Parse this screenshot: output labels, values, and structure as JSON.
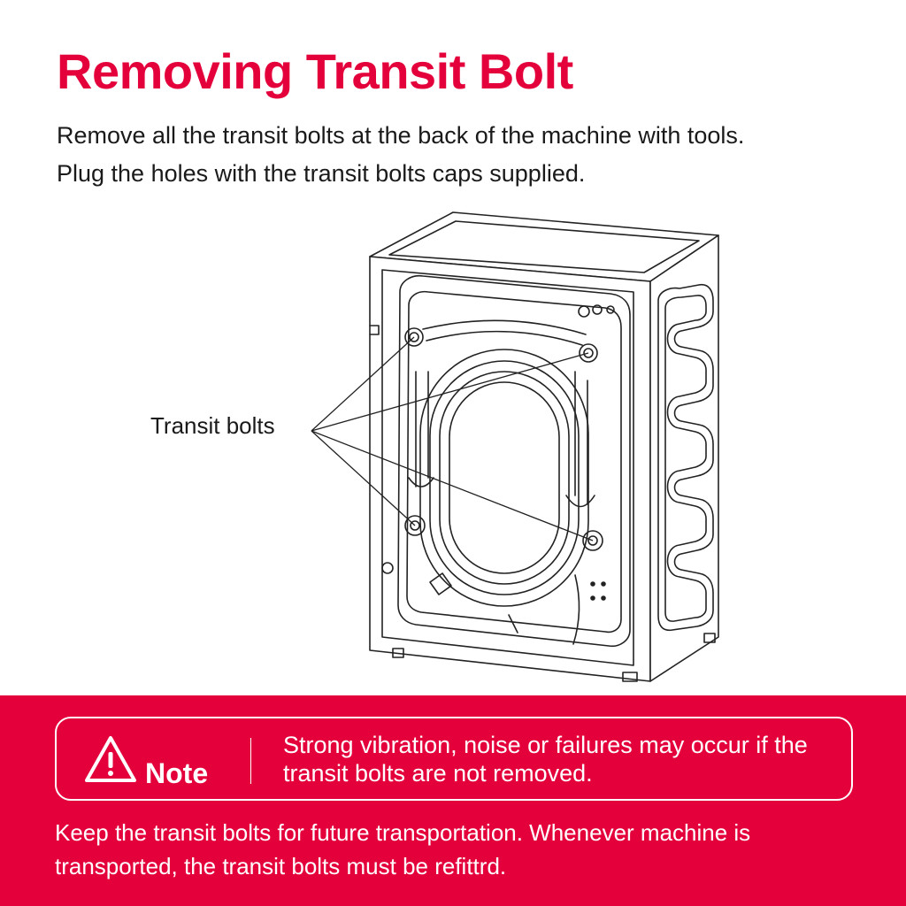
{
  "title": "Removing Transit Bolt",
  "instructions": {
    "line1": "Remove all the transit bolts at the back of the machine with tools.",
    "line2": "Plug the holes with the transit bolts caps supplied."
  },
  "illustration": {
    "callout_label": "Transit bolts"
  },
  "note": {
    "label": "Note",
    "icon": "warning-triangle-icon",
    "text": "Strong vibration, noise or failures may occur if the transit bolts are not removed."
  },
  "footer": {
    "text": "Keep the transit bolts for future transportation. Whenever machine is transported, the transit bolts must be refittrd."
  },
  "colors": {
    "brand": "#e4003b",
    "text": "#1a1a1a",
    "on_brand": "#ffffff"
  }
}
